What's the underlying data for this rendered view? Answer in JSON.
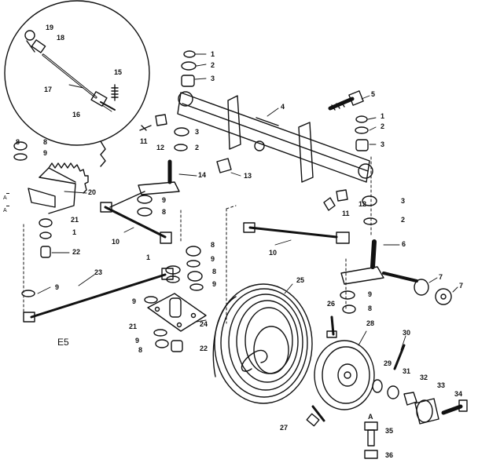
{
  "callouts": {
    "n1": "1",
    "n2": "2",
    "n3": "3",
    "n4": "4",
    "n5": "5",
    "n6": "6",
    "n7": "7",
    "n8": "8",
    "n9": "9",
    "n10": "10",
    "n11": "11",
    "n12": "12",
    "n13": "13",
    "n14": "14",
    "n15": "15",
    "n16": "16",
    "n17": "17",
    "n18": "18",
    "n19": "19",
    "n20": "20",
    "n21": "21",
    "n22": "22",
    "n23": "23",
    "n24": "24",
    "n25": "25",
    "n26": "26",
    "n27": "27",
    "n28": "28",
    "n29": "29",
    "n30": "30",
    "n31": "31",
    "n32": "32",
    "n33": "33",
    "n34": "34",
    "n35": "35",
    "n36": "36"
  },
  "markers": {
    "figure_code": "E5",
    "letter_a": "A",
    "side_a1": "A",
    "side_a2": "A"
  },
  "colors": {
    "ink": "#111111",
    "paper": "#ffffff"
  }
}
